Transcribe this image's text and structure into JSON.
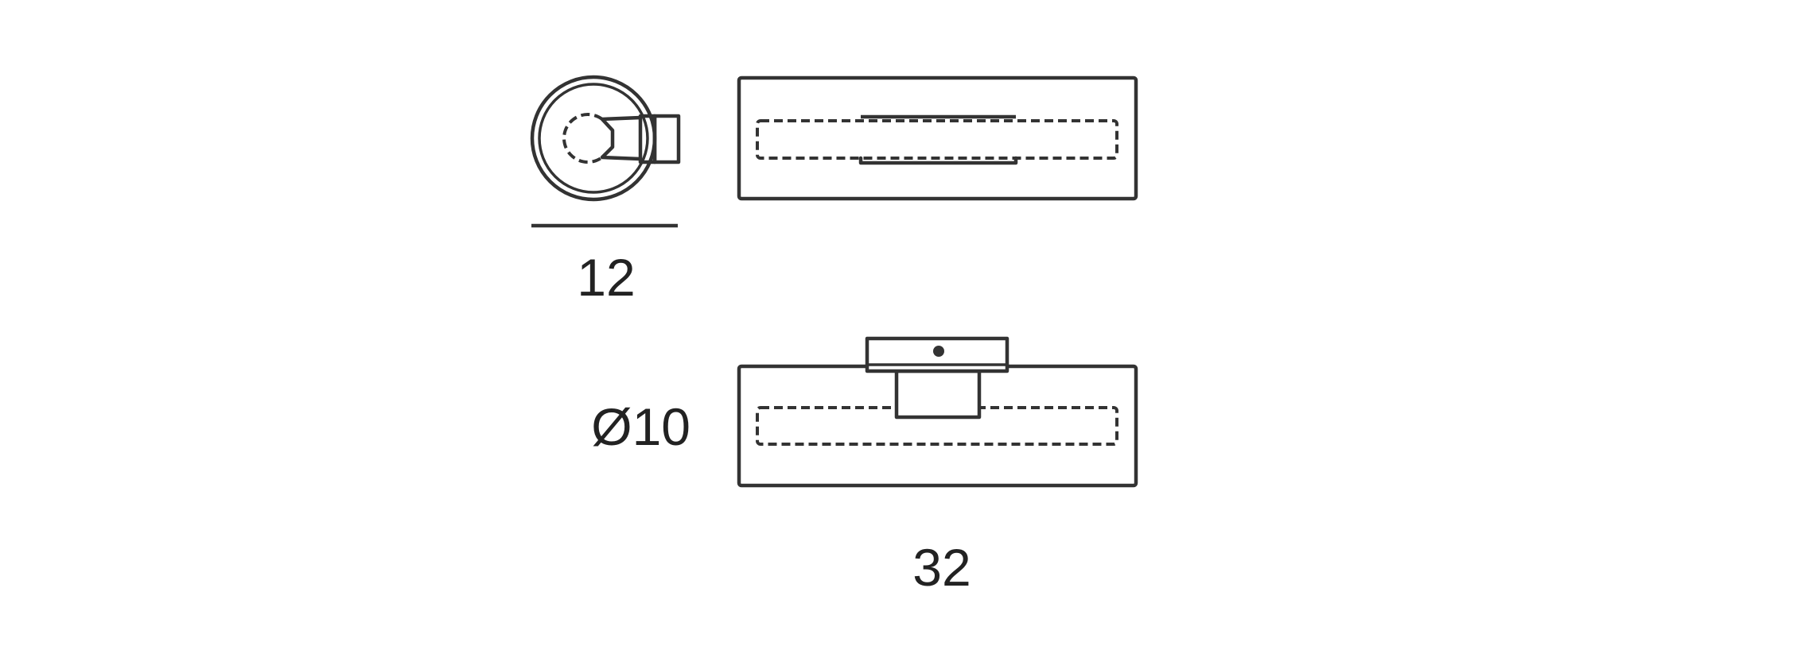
{
  "dimensions": {
    "side_width": "12",
    "diameter": "Ø10",
    "length": "32"
  },
  "colors": {
    "line": "#333333",
    "text": "#222222",
    "background": "#ffffff"
  }
}
